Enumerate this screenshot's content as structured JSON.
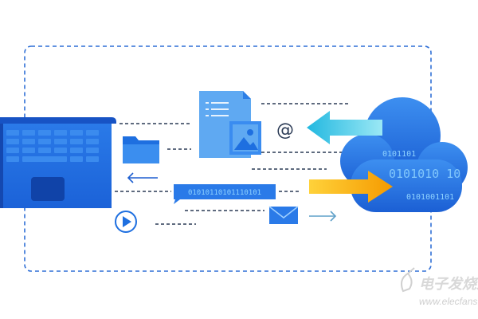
{
  "colors": {
    "primary": "#1e6fe0",
    "primary_light": "#4ea0f5",
    "arrow_cyan": "#37c9e6",
    "arrow_orange": "#f5a800",
    "dashed": "#2f6fd6"
  },
  "diagram": {
    "nodes": [
      {
        "id": "laptop",
        "icon": "laptop-icon"
      },
      {
        "id": "folder",
        "icon": "folder-icon"
      },
      {
        "id": "document",
        "icon": "document-icon"
      },
      {
        "id": "image",
        "icon": "image-icon"
      },
      {
        "id": "play",
        "icon": "play-icon"
      },
      {
        "id": "mail",
        "icon": "envelope-icon"
      },
      {
        "id": "cloud",
        "icon": "cloud-icon"
      }
    ],
    "at_symbol": "@",
    "data_stream_text": "01010110101110101",
    "cloud_binary": {
      "line1": "0101101",
      "line2": "0101010  10",
      "line3": "0101001101"
    }
  },
  "watermark": {
    "cn": "电子发烧友",
    "url": "www.elecfans.com"
  }
}
